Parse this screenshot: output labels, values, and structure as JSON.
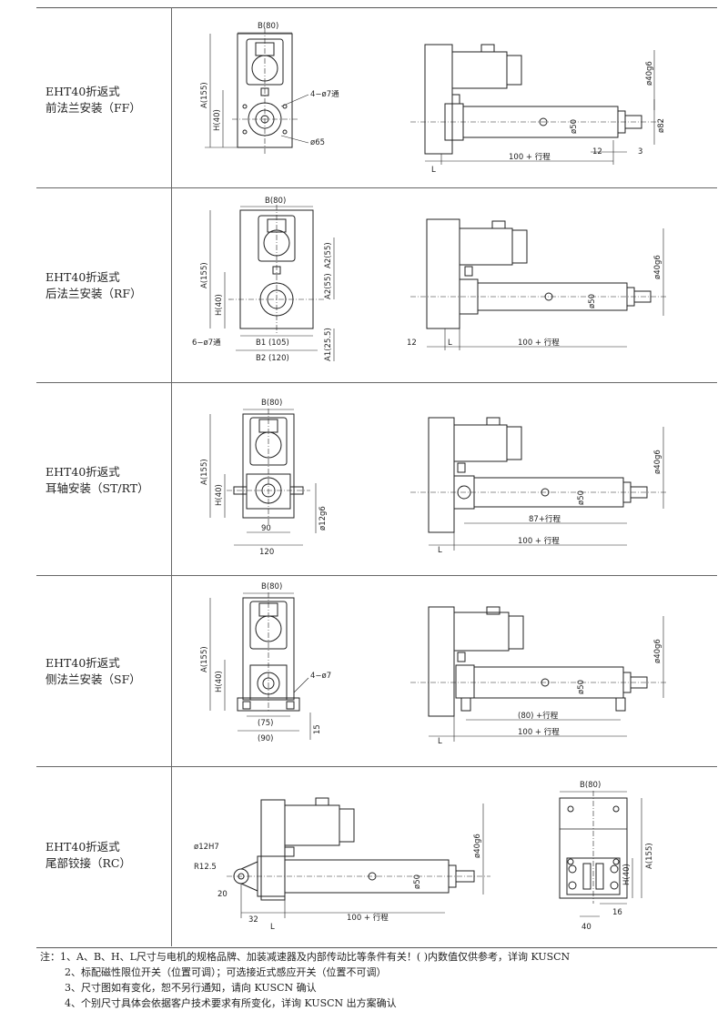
{
  "rows": [
    {
      "title": "EHT40折返式",
      "sub": "前法兰安装（FF）"
    },
    {
      "title": "EHT40折返式",
      "sub": "后法兰安装（RF）"
    },
    {
      "title": "EHT40折返式",
      "sub": "耳轴安装（ST/RT）"
    },
    {
      "title": "EHT40折返式",
      "sub": "侧法兰安装（SF）"
    },
    {
      "title": "EHT40折返式",
      "sub": "尾部铰接（RC）"
    }
  ],
  "dims": {
    "b80": "B(80)",
    "a155": "A(155)",
    "h40": "H(40)",
    "holes_4_7_through": "4−ø7通",
    "phi65": "ø65",
    "phi40g6": "ø40g6",
    "phi50": "ø50",
    "phi82": "ø82",
    "l": "L",
    "stroke100": "100 + 行程",
    "n12": "12",
    "n3": "3",
    "a2_55": "A2(55)",
    "b1_105": "B1 (105)",
    "b2_120": "B2 (120)",
    "a1_25_5": "A1(25.5)",
    "holes_6_7_through": "6−ø7通",
    "n90": "90",
    "n120": "120",
    "phi12g6": "ø12g6",
    "stroke87": "87+行程",
    "holes_4_7": "4−ø7",
    "n75": "(75)",
    "n90p": "(90)",
    "n15": "15",
    "stroke80": "(80) +行程",
    "phi12h7": "ø12H7",
    "r12_5": "R12.5",
    "n20": "20",
    "n32": "32",
    "n16": "16",
    "n40": "40"
  },
  "notes": {
    "prefix": "注：",
    "n1": "1、A、B、H、L尺寸与电机的规格品牌、加装减速器及内部传动比等条件有关！( )内数值仅供参考，详询   KUSCN",
    "n2": "2、标配磁性限位开关（位置可调）；可选接近式感应开关（位置不可调）",
    "n3": "3、尺寸图如有变化，恕不另行通知，请向  KUSCN 确认",
    "n4": "4、个别尺寸具体会依据客户技术要求有所变化，详询  KUSCN 出方案确认"
  }
}
